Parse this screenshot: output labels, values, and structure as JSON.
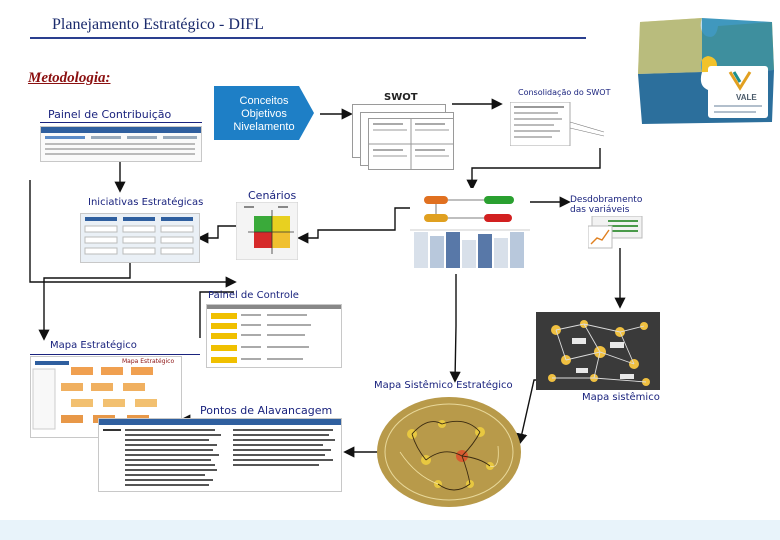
{
  "header": {
    "title": "Planejamento Estratégico -  DIFL",
    "subtitle": "Metodologia:"
  },
  "logo": {
    "brand": "VALE"
  },
  "steps": {
    "painel_contribuicao": "Painel de Contribuição",
    "conceitos": [
      "Conceitos",
      "Objetivos",
      "Nivelamento"
    ],
    "swot": "SWOT",
    "consolidacao_swot": "Consolidação do SWOT",
    "iniciativas": "Iniciativas Estratégicas",
    "cenarios": "Cenários",
    "desdobramento": "Desdobramento das variáveis",
    "painel_controle": "Painel de Controle",
    "mapa_estrategico": "Mapa Estratégico",
    "mapa_estrategico_small": "Mapa Estratégico",
    "pontos_alavancagem": "Pontos de Alavancagem",
    "mapa_sistemico_estrategico": "Mapa Sistêmico Estratégico",
    "mapa_sistemico": "Mapa sistêmico"
  },
  "colors": {
    "title": "#1a2a6c",
    "subtitle": "#8b1010",
    "label": "#1a237e",
    "concepts_bg": "#1e7fc6",
    "arrow": "#111111"
  }
}
